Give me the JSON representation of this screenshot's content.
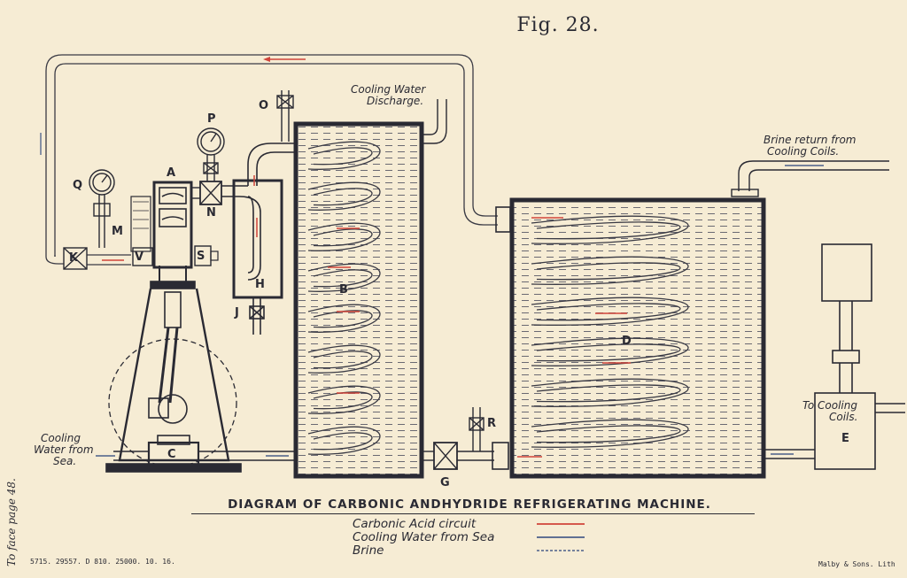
{
  "figure_title": "Fig. 28.",
  "caption": "DIAGRAM OF CARBONIC ANDHYDRIDE REFRIGERATING MACHINE.",
  "labels": {
    "A": "A",
    "B": "B",
    "C": "C",
    "D": "D",
    "E": "E",
    "G": "G",
    "H": "H",
    "J": "J",
    "K": "K",
    "M": "M",
    "N": "N",
    "O": "O",
    "P": "P",
    "Q": "Q",
    "R": "R",
    "S": "S",
    "V": "V"
  },
  "annotations": {
    "cooling_water_discharge_line1": "Cooling Water",
    "cooling_water_discharge_line2": "Discharge.",
    "brine_return_line1": "Brine return from",
    "brine_return_line2": "Cooling Coils.",
    "cooling_water_from_sea_line1": "Cooling",
    "cooling_water_from_sea_line2": "Water from",
    "cooling_water_from_sea_line3": "Sea.",
    "to_cooling_coils_line1": "To Cooling",
    "to_cooling_coils_line2": "Coils."
  },
  "legend": [
    {
      "label": "Carbonic Acid circuit",
      "color": "#d0443a"
    },
    {
      "label": "Cooling Water from Sea",
      "color": "#4a5e8a"
    },
    {
      "label": "Brine",
      "color": "#4a5e8a"
    }
  ],
  "side_note": "To face page 48.",
  "print_code": "5715. 29557. D 810. 25000. 10. 16.",
  "printer": "Malby & Sons. Lith"
}
